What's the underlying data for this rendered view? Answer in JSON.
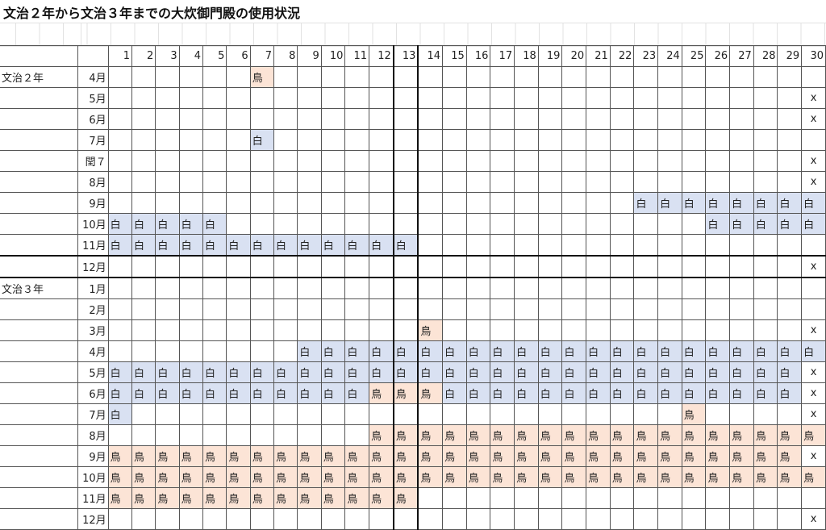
{
  "title": "文治２年から文治３年までの大炊御門殿の使用状況",
  "colors": {
    "白": "#d9e1f2",
    "鳥": "#fce4d6"
  },
  "days": [
    "1",
    "2",
    "3",
    "4",
    "5",
    "6",
    "7",
    "8",
    "9",
    "10",
    "11",
    "12",
    "13",
    "14",
    "15",
    "16",
    "17",
    "18",
    "19",
    "20",
    "21",
    "22",
    "23",
    "24",
    "25",
    "26",
    "27",
    "28",
    "29",
    "30"
  ],
  "rows": [
    {
      "year": "文治２年",
      "month": "4月",
      "cells": [
        "",
        "",
        "",
        "",
        "",
        "",
        "鳥",
        "",
        "",
        "",
        "",
        "",
        "",
        "",
        "",
        "",
        "",
        "",
        "",
        "",
        "",
        "",
        "",
        "",
        "",
        "",
        "",
        "",
        "",
        ""
      ]
    },
    {
      "year": "",
      "month": "5月",
      "cells": [
        "",
        "",
        "",
        "",
        "",
        "",
        "",
        "",
        "",
        "",
        "",
        "",
        "",
        "",
        "",
        "",
        "",
        "",
        "",
        "",
        "",
        "",
        "",
        "",
        "",
        "",
        "",
        "",
        "",
        "x"
      ]
    },
    {
      "year": "",
      "month": "6月",
      "cells": [
        "",
        "",
        "",
        "",
        "",
        "",
        "",
        "",
        "",
        "",
        "",
        "",
        "",
        "",
        "",
        "",
        "",
        "",
        "",
        "",
        "",
        "",
        "",
        "",
        "",
        "",
        "",
        "",
        "",
        "x"
      ]
    },
    {
      "year": "",
      "month": "7月",
      "cells": [
        "",
        "",
        "",
        "",
        "",
        "",
        "白",
        "",
        "",
        "",
        "",
        "",
        "",
        "",
        "",
        "",
        "",
        "",
        "",
        "",
        "",
        "",
        "",
        "",
        "",
        "",
        "",
        "",
        "",
        ""
      ]
    },
    {
      "year": "",
      "month": "閏７",
      "cells": [
        "",
        "",
        "",
        "",
        "",
        "",
        "",
        "",
        "",
        "",
        "",
        "",
        "",
        "",
        "",
        "",
        "",
        "",
        "",
        "",
        "",
        "",
        "",
        "",
        "",
        "",
        "",
        "",
        "",
        "x"
      ]
    },
    {
      "year": "",
      "month": "8月",
      "cells": [
        "",
        "",
        "",
        "",
        "",
        "",
        "",
        "",
        "",
        "",
        "",
        "",
        "",
        "",
        "",
        "",
        "",
        "",
        "",
        "",
        "",
        "",
        "",
        "",
        "",
        "",
        "",
        "",
        "",
        "x"
      ]
    },
    {
      "year": "",
      "month": "9月",
      "cells": [
        "",
        "",
        "",
        "",
        "",
        "",
        "",
        "",
        "",
        "",
        "",
        "",
        "",
        "",
        "",
        "",
        "",
        "",
        "",
        "",
        "",
        "",
        "白",
        "白",
        "白",
        "白",
        "白",
        "白",
        "白",
        "白"
      ]
    },
    {
      "year": "",
      "month": "10月",
      "cells": [
        "白",
        "白",
        "白",
        "白",
        "白",
        "",
        "",
        "",
        "",
        "",
        "",
        "",
        "",
        "",
        "",
        "",
        "",
        "",
        "",
        "",
        "",
        "",
        "",
        "",
        "",
        "白",
        "白",
        "白",
        "白",
        "白"
      ]
    },
    {
      "year": "",
      "month": "11月",
      "cells": [
        "白",
        "白",
        "白",
        "白",
        "白",
        "白",
        "白",
        "白",
        "白",
        "白",
        "白",
        "白",
        "白",
        "",
        "",
        "",
        "",
        "",
        "",
        "",
        "",
        "",
        "",
        "",
        "",
        "",
        "",
        "",
        "",
        ""
      ]
    },
    {
      "year": "",
      "month": "12月",
      "cells": [
        "",
        "",
        "",
        "",
        "",
        "",
        "",
        "",
        "",
        "",
        "",
        "",
        "",
        "",
        "",
        "",
        "",
        "",
        "",
        "",
        "",
        "",
        "",
        "",
        "",
        "",
        "",
        "",
        "",
        "x"
      ]
    },
    {
      "year": "文治３年",
      "month": "1月",
      "cells": [
        "",
        "",
        "",
        "",
        "",
        "",
        "",
        "",
        "",
        "",
        "",
        "",
        "",
        "",
        "",
        "",
        "",
        "",
        "",
        "",
        "",
        "",
        "",
        "",
        "",
        "",
        "",
        "",
        "",
        ""
      ]
    },
    {
      "year": "",
      "month": "2月",
      "cells": [
        "",
        "",
        "",
        "",
        "",
        "",
        "",
        "",
        "",
        "",
        "",
        "",
        "",
        "",
        "",
        "",
        "",
        "",
        "",
        "",
        "",
        "",
        "",
        "",
        "",
        "",
        "",
        "",
        "",
        ""
      ]
    },
    {
      "year": "",
      "month": "3月",
      "cells": [
        "",
        "",
        "",
        "",
        "",
        "",
        "",
        "",
        "",
        "",
        "",
        "",
        "",
        "鳥",
        "",
        "",
        "",
        "",
        "",
        "",
        "",
        "",
        "",
        "",
        "",
        "",
        "",
        "",
        "",
        "x"
      ]
    },
    {
      "year": "",
      "month": "4月",
      "cells": [
        "",
        "",
        "",
        "",
        "",
        "",
        "",
        "",
        "白",
        "白",
        "白",
        "白",
        "白",
        "白",
        "白",
        "白",
        "白",
        "白",
        "白",
        "白",
        "白",
        "白",
        "白",
        "白",
        "白",
        "白",
        "白",
        "白",
        "白",
        "白"
      ]
    },
    {
      "year": "",
      "month": "5月",
      "cells": [
        "白",
        "白",
        "白",
        "白",
        "白",
        "白",
        "白",
        "白",
        "白",
        "白",
        "白",
        "白",
        "白",
        "白",
        "白",
        "白",
        "白",
        "白",
        "白",
        "白",
        "白",
        "白",
        "白",
        "白",
        "白",
        "白",
        "白",
        "白",
        "白",
        "x"
      ]
    },
    {
      "year": "",
      "month": "6月",
      "cells": [
        "白",
        "白",
        "白",
        "白",
        "白",
        "白",
        "白",
        "白",
        "白",
        "白",
        "白",
        "鳥",
        "鳥",
        "鳥",
        "白",
        "白",
        "白",
        "白",
        "白",
        "白",
        "白",
        "白",
        "白",
        "白",
        "白",
        "白",
        "白",
        "白",
        "白",
        "x"
      ]
    },
    {
      "year": "",
      "month": "7月",
      "cells": [
        "白",
        "",
        "",
        "",
        "",
        "",
        "",
        "",
        "",
        "",
        "",
        "",
        "",
        "",
        "",
        "",
        "",
        "",
        "",
        "",
        "",
        "",
        "",
        "",
        "鳥",
        "",
        "",
        "",
        "",
        "x"
      ]
    },
    {
      "year": "",
      "month": "8月",
      "cells": [
        "",
        "",
        "",
        "",
        "",
        "",
        "",
        "",
        "",
        "",
        "",
        "鳥",
        "鳥",
        "鳥",
        "鳥",
        "鳥",
        "鳥",
        "鳥",
        "鳥",
        "鳥",
        "鳥",
        "鳥",
        "鳥",
        "鳥",
        "鳥",
        "鳥",
        "鳥",
        "鳥",
        "鳥",
        "鳥"
      ]
    },
    {
      "year": "",
      "month": "9月",
      "cells": [
        "鳥",
        "鳥",
        "鳥",
        "鳥",
        "鳥",
        "鳥",
        "鳥",
        "鳥",
        "鳥",
        "鳥",
        "鳥",
        "鳥",
        "鳥",
        "鳥",
        "鳥",
        "鳥",
        "鳥",
        "鳥",
        "鳥",
        "鳥",
        "鳥",
        "鳥",
        "鳥",
        "鳥",
        "鳥",
        "鳥",
        "鳥",
        "鳥",
        "鳥",
        "x"
      ]
    },
    {
      "year": "",
      "month": "10月",
      "cells": [
        "鳥",
        "鳥",
        "鳥",
        "鳥",
        "鳥",
        "鳥",
        "鳥",
        "鳥",
        "鳥",
        "鳥",
        "鳥",
        "鳥",
        "鳥",
        "鳥",
        "鳥",
        "鳥",
        "鳥",
        "鳥",
        "鳥",
        "鳥",
        "鳥",
        "鳥",
        "鳥",
        "鳥",
        "鳥",
        "鳥",
        "鳥",
        "鳥",
        "鳥",
        "鳥"
      ]
    },
    {
      "year": "",
      "month": "11月",
      "cells": [
        "鳥",
        "鳥",
        "鳥",
        "鳥",
        "鳥",
        "鳥",
        "鳥",
        "鳥",
        "鳥",
        "鳥",
        "鳥",
        "鳥",
        "鳥",
        "",
        "",
        "",
        "",
        "",
        "",
        "",
        "",
        "",
        "",
        "",
        "",
        "",
        "",
        "",
        "",
        ""
      ]
    },
    {
      "year": "",
      "month": "12月",
      "cells": [
        "",
        "",
        "",
        "",
        "",
        "",
        "",
        "",
        "",
        "",
        "",
        "",
        "",
        "",
        "",
        "",
        "",
        "",
        "",
        "",
        "",
        "",
        "",
        "",
        "",
        "",
        "",
        "",
        "",
        "x"
      ]
    }
  ]
}
